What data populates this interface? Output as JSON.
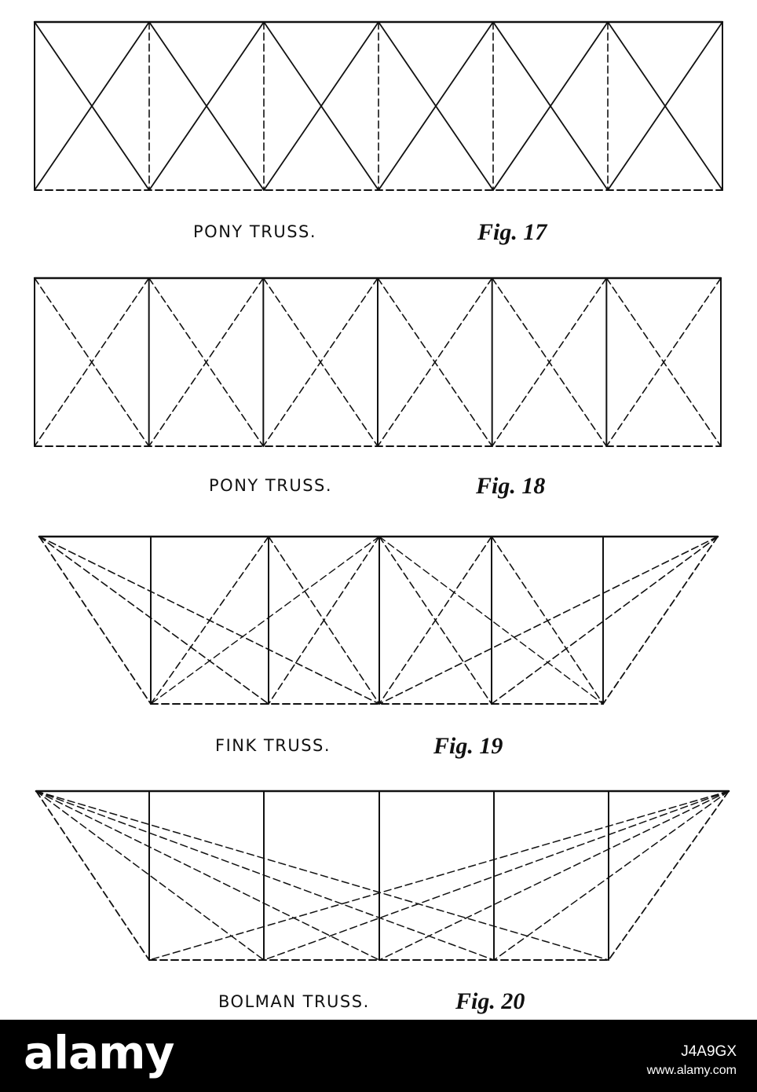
{
  "figures": [
    {
      "caption": "PONY TRUSS.",
      "fig": "Fig. 17"
    },
    {
      "caption": "PONY TRUSS.",
      "fig": "Fig. 18"
    },
    {
      "caption": "FINK TRUSS.",
      "fig": "Fig. 19"
    },
    {
      "caption": "BOLMAN TRUSS.",
      "fig": "Fig. 20"
    }
  ],
  "footer": {
    "logo": "alamy",
    "image_code": "J4A9GX",
    "url": "www.alamy.com"
  },
  "colors": {
    "ink": "#111111",
    "footer_bg": "#000000",
    "footer_text": "#ffffff"
  }
}
